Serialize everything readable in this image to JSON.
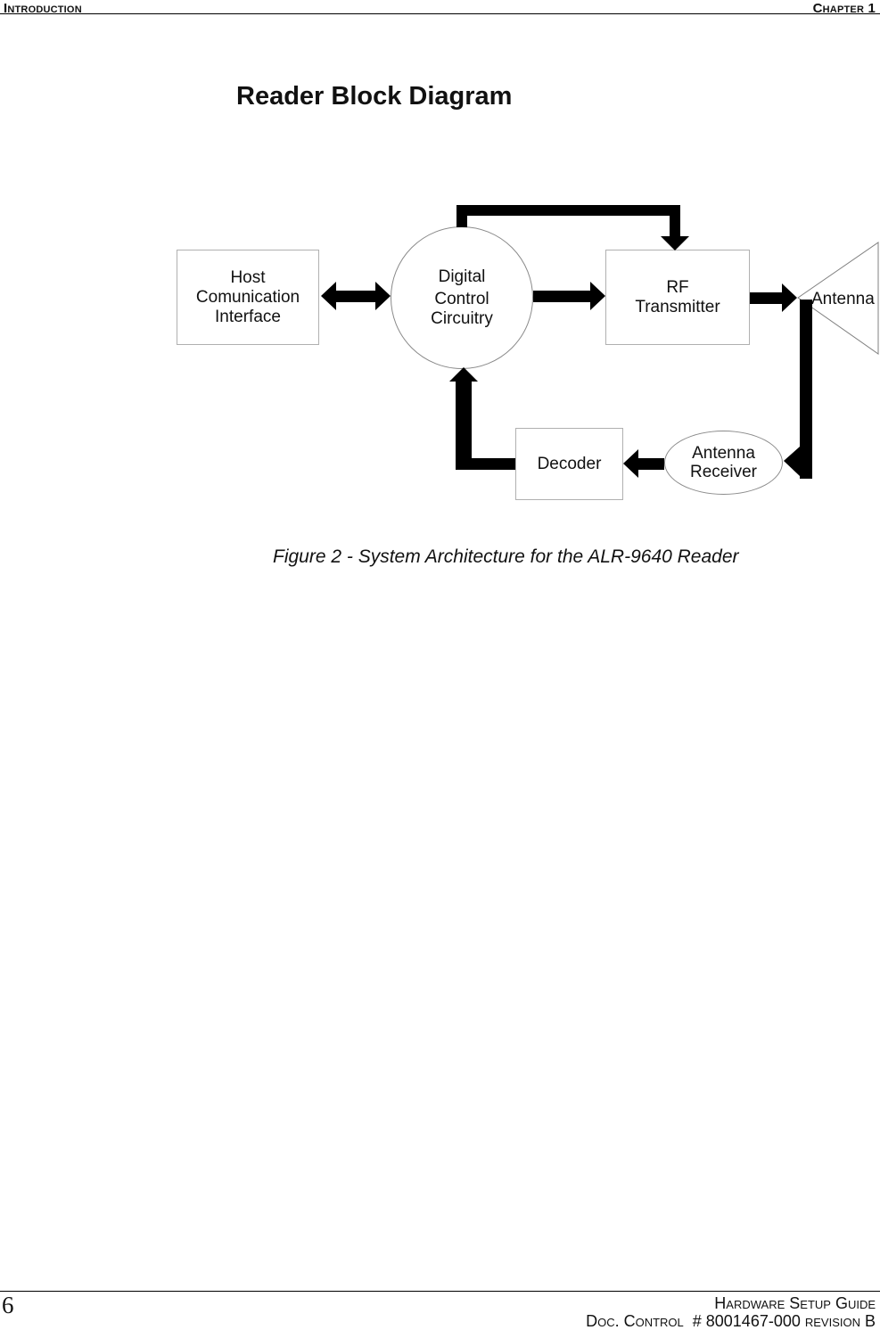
{
  "header": {
    "left": "Introduction",
    "right": "Chapter 1"
  },
  "title": "Reader Block Diagram",
  "caption": "Figure 2 - System Architecture for the ALR-9640 Reader",
  "footer": {
    "page_number": "6",
    "guide_title": "Hardware Setup Guide",
    "doc_control": "Doc. Control  # 8001467-000 revision B"
  },
  "diagram": {
    "nodes": [
      {
        "name": "host-comunication-interface",
        "shape": "rect",
        "lines": [
          "Host",
          "Comunication",
          "Interface"
        ]
      },
      {
        "name": "digital-control-circuitry",
        "shape": "circle",
        "lines": [
          "Digital",
          "Control",
          "Circuitry"
        ]
      },
      {
        "name": "rf-transmitter",
        "shape": "rect",
        "lines": [
          "RF",
          "Transmitter"
        ]
      },
      {
        "name": "antenna",
        "shape": "horn-triangle",
        "lines": [
          "Antenna"
        ]
      },
      {
        "name": "decoder",
        "shape": "rect",
        "lines": [
          "Decoder"
        ]
      },
      {
        "name": "antenna-receiver",
        "shape": "ellipse",
        "lines": [
          "Antenna",
          "Receiver"
        ]
      }
    ],
    "edges": [
      {
        "from": "Host Comunication Interface",
        "to": "Digital Control Circuitry",
        "type": "double-headed"
      },
      {
        "from": "Digital Control Circuitry",
        "to": "RF Transmitter",
        "type": "feedback-top-loop"
      },
      {
        "from": "Digital Control Circuitry",
        "to": "RF Transmitter",
        "type": "direct"
      },
      {
        "from": "RF Transmitter",
        "to": "Antenna",
        "type": "direct"
      },
      {
        "from": "Antenna",
        "to": "Antenna Receiver",
        "type": "elbow-down"
      },
      {
        "from": "Antenna Receiver",
        "to": "Decoder",
        "type": "direct"
      },
      {
        "from": "Decoder",
        "to": "Digital Control Circuitry",
        "type": "elbow-up"
      }
    ]
  },
  "colors": {
    "arrow": "#000000",
    "box_border": "#b0b0b0",
    "ellipse_border": "#8a8a8a",
    "text": "#111111",
    "background": "#ffffff"
  }
}
